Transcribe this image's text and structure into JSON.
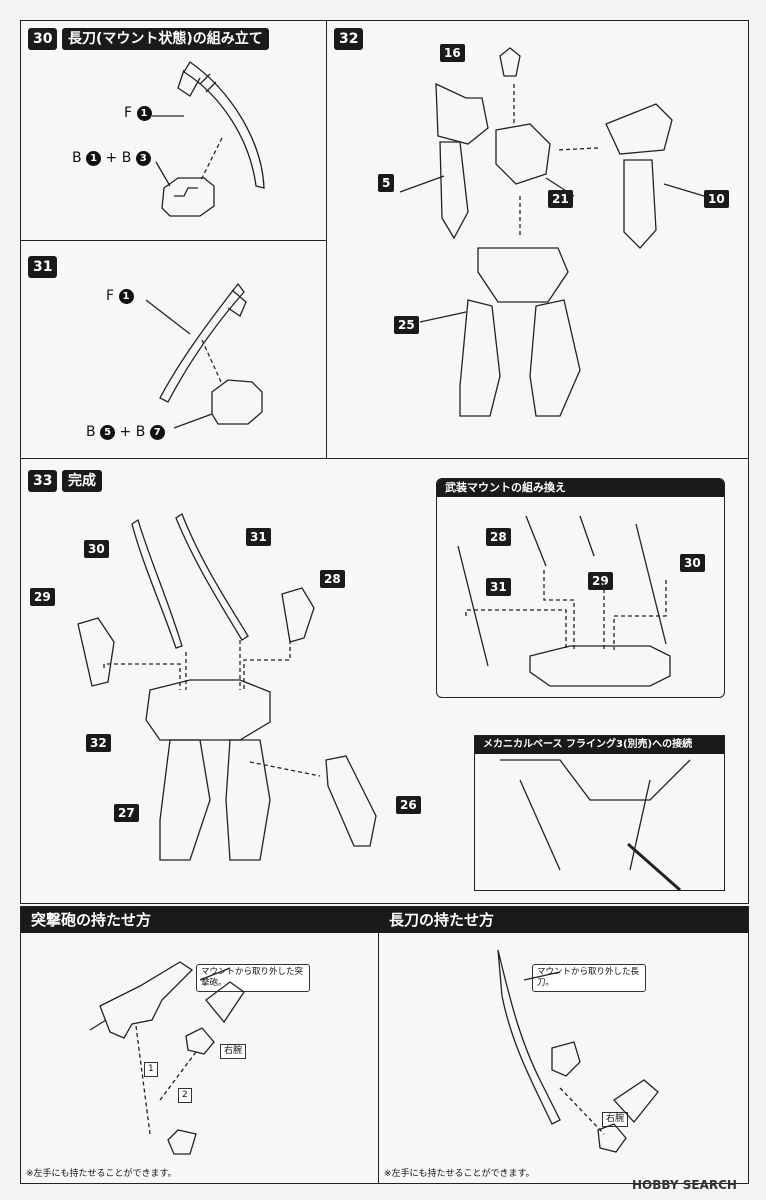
{
  "steps": {
    "s30": {
      "num": "30",
      "title": "長刀(マウント状態)の組み立て",
      "f_label": "F",
      "f_part": "1",
      "b_label1": "B",
      "b_part1": "1",
      "plus": "+",
      "b_label2": "B",
      "b_part2": "3"
    },
    "s31": {
      "num": "31",
      "f_label": "F",
      "f_part": "1",
      "b_label1": "B",
      "b_part1": "5",
      "plus": "+",
      "b_label2": "B",
      "b_part2": "7"
    },
    "s32": {
      "num": "32",
      "callouts": [
        "16",
        "5",
        "21",
        "10",
        "25"
      ]
    },
    "s33": {
      "num": "33",
      "title": "完成",
      "callouts": [
        "30",
        "31",
        "28",
        "29",
        "32",
        "27",
        "26"
      ]
    }
  },
  "mount_box": {
    "title": "武装マウントの組み換え",
    "callouts": [
      "28",
      "31",
      "29",
      "30"
    ]
  },
  "base_box": {
    "title": "メカニカルベース フライング3(別売)への接続"
  },
  "bottom_left": {
    "title": "突撃砲の持たせ方",
    "bubble": "マウントから取り外した突撃砲。",
    "tag_hand": "右腕",
    "step1": "1",
    "step2": "2",
    "note": "※左手にも持たせることができます。"
  },
  "bottom_right": {
    "title": "長刀の持たせ方",
    "bubble": "マウントから取り外した長刀。",
    "tag_hand": "右腕",
    "note": "※左手にも持たせることができます。"
  },
  "watermark": "HOBBY SEARCH",
  "icons": [
    "sword-icon",
    "mount-block-icon",
    "robot-torso-icon",
    "robot-legs-icon",
    "rifle-icon",
    "hand-icon"
  ]
}
